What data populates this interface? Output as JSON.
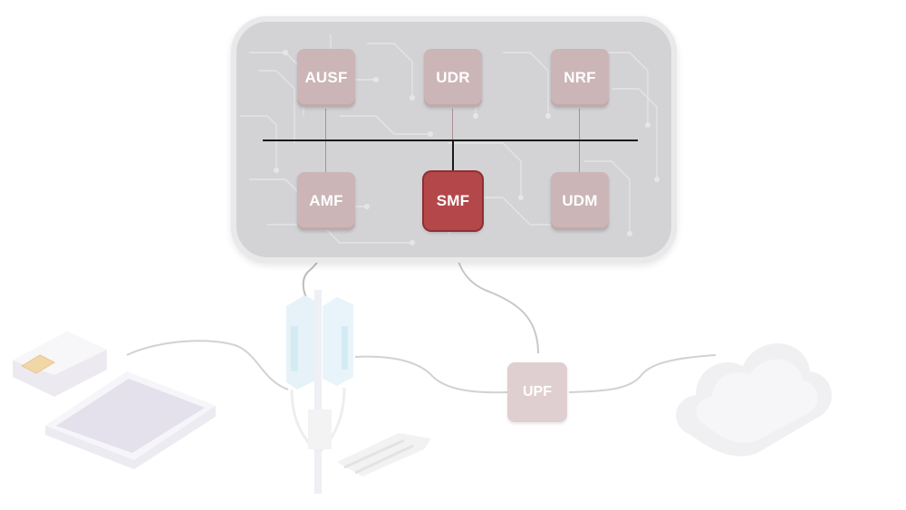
{
  "diagram": {
    "core_functions": [
      {
        "id": "ausf",
        "label": "AUSF",
        "row": "top",
        "active": false
      },
      {
        "id": "udr",
        "label": "UDR",
        "row": "top",
        "active": false
      },
      {
        "id": "nrf",
        "label": "NRF",
        "row": "top",
        "active": false
      },
      {
        "id": "amf",
        "label": "AMF",
        "row": "bottom",
        "active": false
      },
      {
        "id": "smf",
        "label": "SMF",
        "row": "bottom",
        "active": true
      },
      {
        "id": "udm",
        "label": "UDM",
        "row": "bottom",
        "active": false
      }
    ],
    "user_plane": {
      "label": "UPF"
    },
    "devices": [
      "sim-card-icon",
      "smartphone-icon",
      "antenna-tower-icon",
      "cloud-icon"
    ],
    "colors": {
      "panel": "#d3d3d6",
      "function_box": "#cbb5b7",
      "active_function_box": "#b4474a",
      "upf_box": "#e0cfd0",
      "bus": "#1a1a1a",
      "connector": "#cfcfcf"
    }
  }
}
